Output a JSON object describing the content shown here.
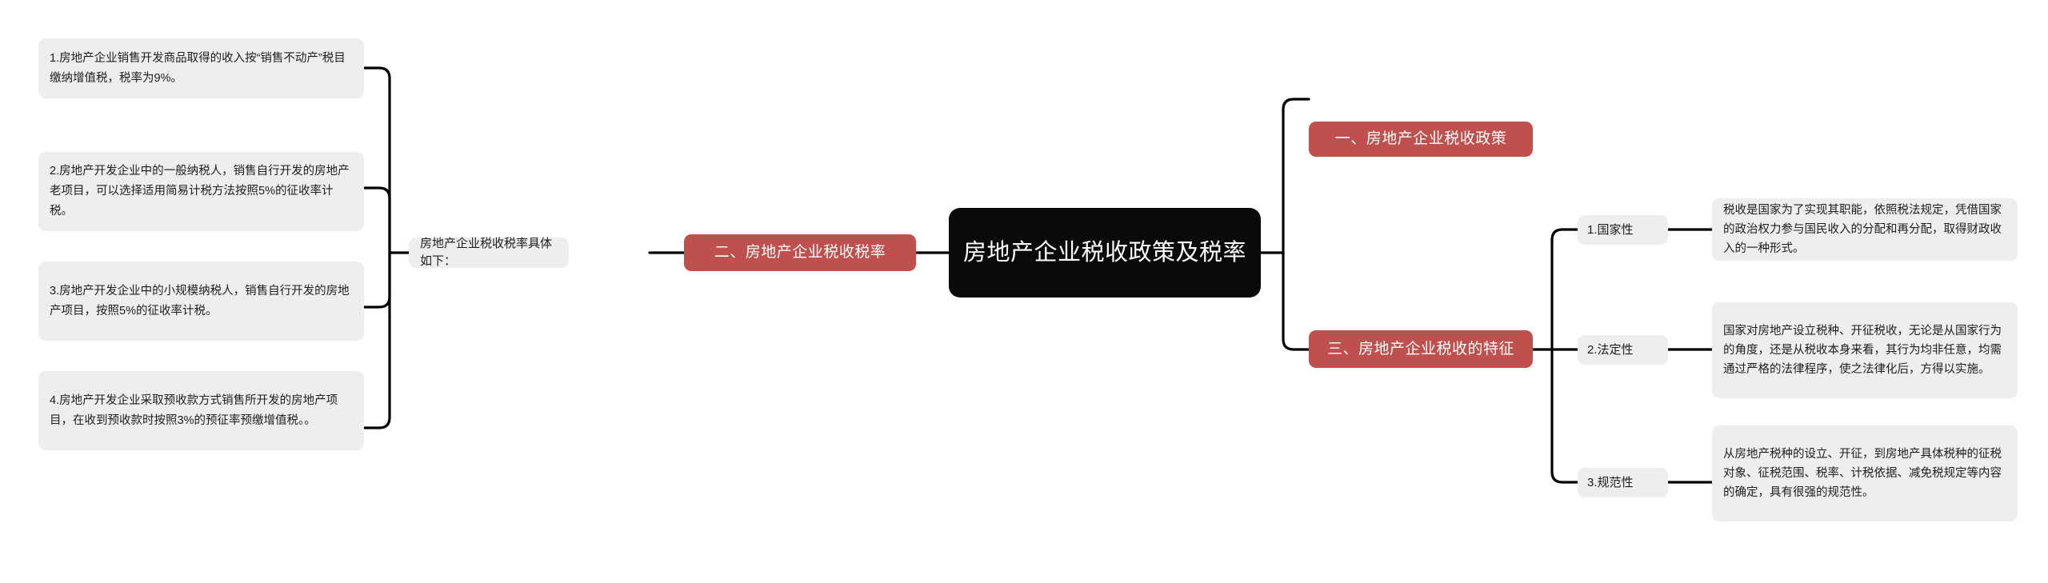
{
  "diagram": {
    "type": "mind-map",
    "title": "房地产企业税收政策及税率",
    "colors": {
      "root_bg": "#0a0a0a",
      "root_text": "#ffffff",
      "branch_bg": "#bf504d",
      "branch_text": "#ffffff",
      "node_bg": "#eeeeee",
      "node_text": "#1d1d1d",
      "connector": "#000000",
      "canvas_bg": "#ffffff"
    }
  },
  "root": {
    "label": "房地产企业税收政策及税率"
  },
  "branches": {
    "policy": {
      "label": "一、房地产企业税收政策"
    },
    "rates": {
      "label": "二、房地产企业税收税率",
      "intro": "房地产企业税收税率具体如下：",
      "items": [
        "1.房地产企业销售开发商品取得的收入按“销售不动产”税目缴纳增值税，税率为9%。",
        "2.房地产开发企业中的一般纳税人，销售自行开发的房地产老项目，可以选择适用简易计税方法按照5%的征收率计税。",
        "3.房地产开发企业中的小规模纳税人，销售自行开发的房地产项目，按照5%的征收率计税。",
        "4.房地产开发企业采取预收款方式销售所开发的房地产项目，在收到预收款时按照3%的预征率预缴增值税。。"
      ]
    },
    "features": {
      "label": "三、房地产企业税收的特征",
      "items": [
        {
          "label": "1.国家性",
          "detail": "税收是国家为了实现其职能，依照税法规定，凭借国家的政治权力参与国民收入的分配和再分配，取得财政收入的一种形式。"
        },
        {
          "label": "2.法定性",
          "detail": "国家对房地产设立税种、开征税收，无论是从国家行为的角度，还是从税收本身来看，其行为均非任意，均需通过严格的法律程序，使之法律化后，方得以实施。"
        },
        {
          "label": "3.规范性",
          "detail": "从房地产税种的设立、开征，到房地产具体税种的征税对象、征税范围、税率、计税依据、减免税规定等内容的确定，具有很强的规范性。"
        }
      ]
    }
  }
}
